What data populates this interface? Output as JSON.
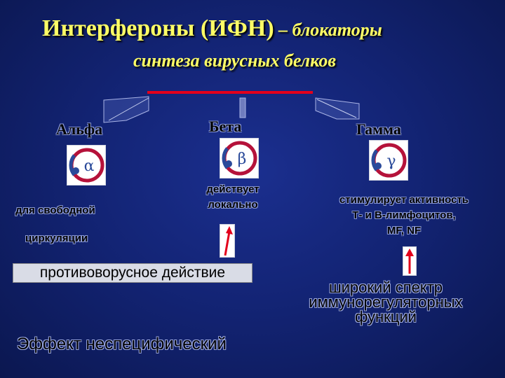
{
  "title": {
    "line1_main": "Интерфероны (ИФН)",
    "line1_suffix": " – блокаторы",
    "line2": "синтеза вирусных белков"
  },
  "types": [
    {
      "name": "Альфа",
      "symbol": "α",
      "description": "для свободной циркуляции"
    },
    {
      "name": "Бета",
      "symbol": "β",
      "description": "действует локально"
    },
    {
      "name": "Гамма",
      "symbol": "γ",
      "description": "стимулирует активность Т- и В-лимфоцитов, MF, NF"
    }
  ],
  "desc": {
    "alpha_line1": "для свободной",
    "alpha_line2": "циркуляции",
    "beta_line1": "действует",
    "beta_line2": "локально",
    "gamma_line1": "стимулирует активность",
    "gamma_line2": "Т- и В-лимфоцитов,",
    "gamma_line3": "MF, NF"
  },
  "outcomes": {
    "antiviral": "противоворусное действие",
    "spectrum_line1": "широкий спектр",
    "spectrum_line2": "иммунорегуляторных",
    "spectrum_line3": "функций",
    "effect": "Эффект неспецифический"
  },
  "colors": {
    "title": "#ffff66",
    "accent_red": "#e3001b",
    "logo_crimson": "#b5123a",
    "logo_blue": "#2a4a9a"
  }
}
